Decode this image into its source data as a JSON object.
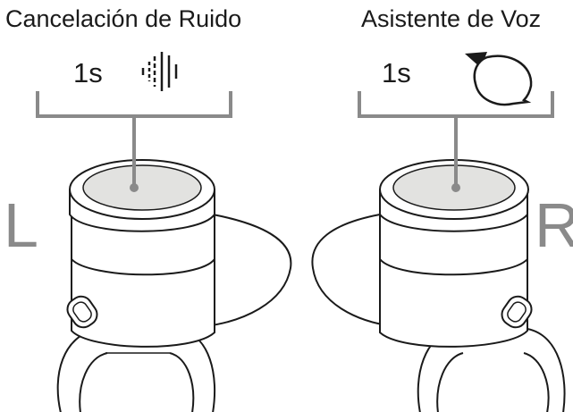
{
  "left": {
    "title": "Cancelación de Ruido",
    "duration": "1s",
    "side_letter": "L",
    "icon": "noise-cancellation-waveform-icon"
  },
  "right": {
    "title": "Asistente de Voz",
    "duration": "1s",
    "side_letter": "R",
    "icon": "voice-assistant-speech-bubble-icon"
  },
  "colors": {
    "bracket": "#8a8a8a",
    "outline": "#1a1a1a",
    "touch_surface": "#e2e2e0",
    "side_letter": "#8a8a8a"
  }
}
